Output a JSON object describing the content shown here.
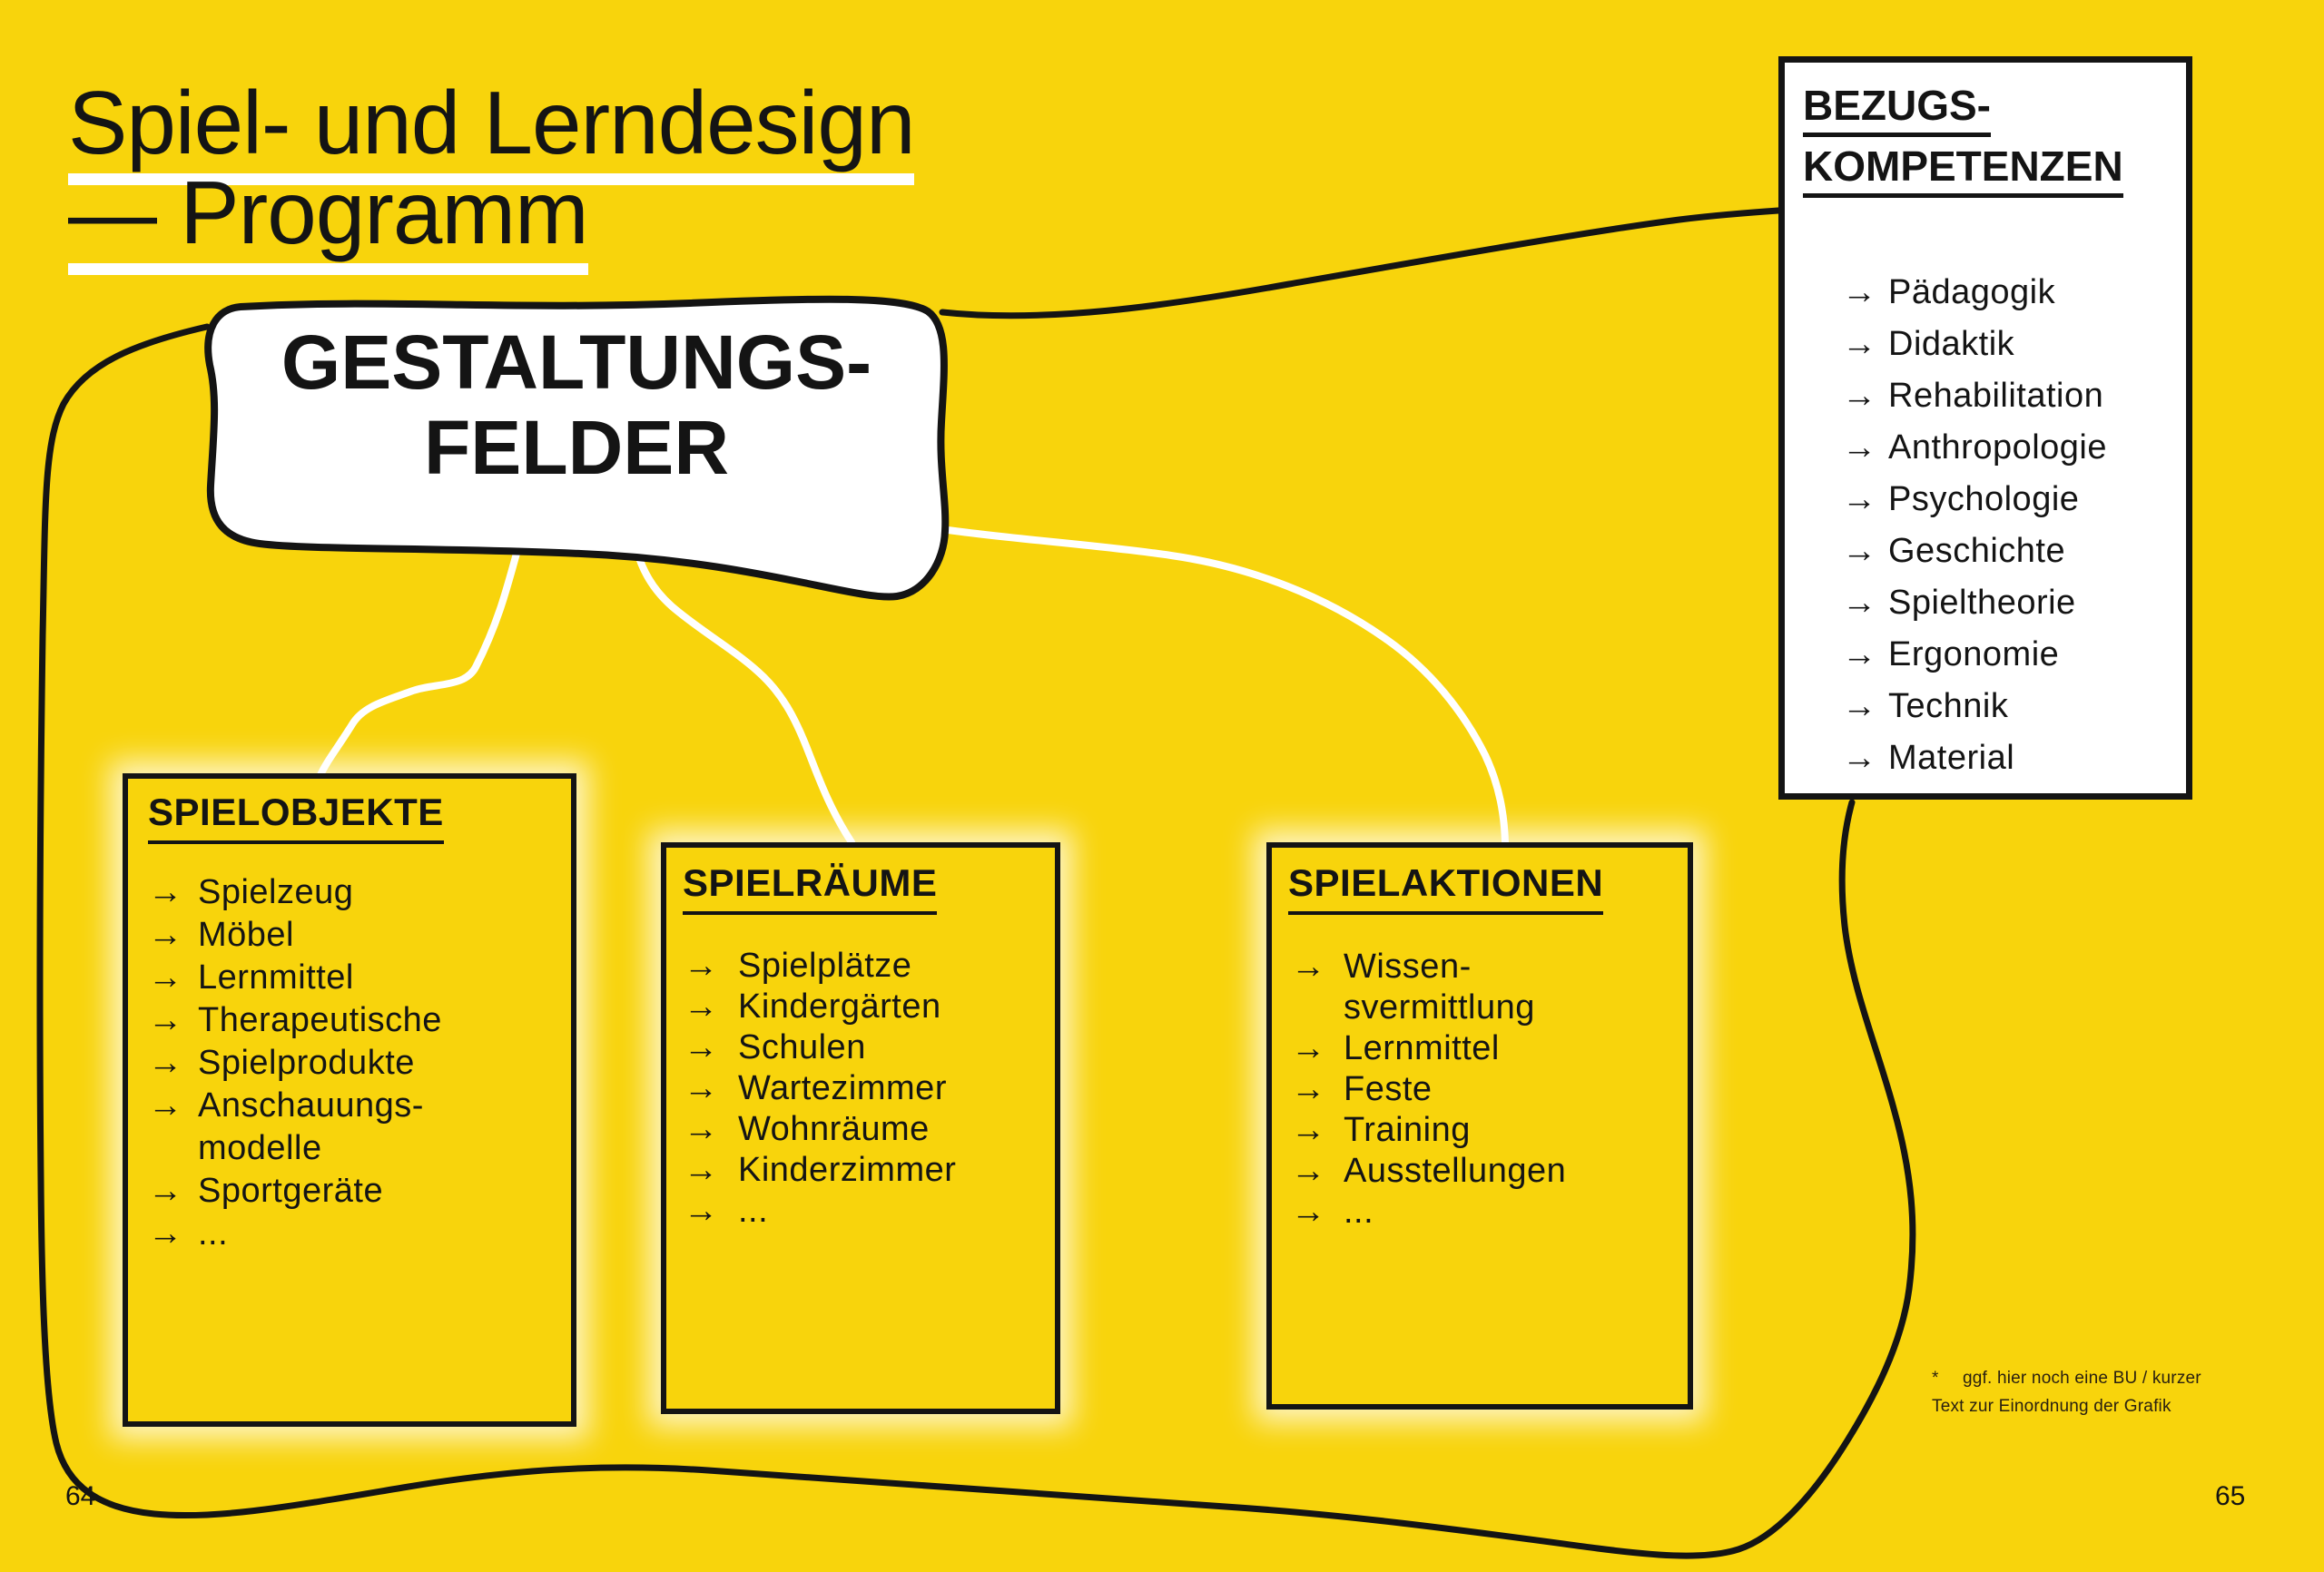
{
  "title": {
    "line1": "Spiel- und Lerndesign",
    "line2": "— Programm"
  },
  "central_node": {
    "line1": "GESTALTUNGS-",
    "line2": "FELDER"
  },
  "boxes": {
    "spielobjekte": {
      "title": "SPIELOBJEKTE",
      "items": [
        [
          "Spielzeug"
        ],
        [
          "Möbel"
        ],
        [
          "Lernmittel"
        ],
        [
          "Therapeutische"
        ],
        [
          "Spielprodukte"
        ],
        [
          "Anschauungs-",
          "modelle"
        ],
        [
          "Sportgeräte"
        ],
        [
          "..."
        ]
      ]
    },
    "spielraeume": {
      "title": "SPIELRÄUME",
      "items": [
        [
          "Spielplätze"
        ],
        [
          "Kindergärten"
        ],
        [
          "Schulen"
        ],
        [
          "Wartezimmer"
        ],
        [
          "Wohnräume"
        ],
        [
          "Kinderzimmer"
        ],
        [
          "..."
        ]
      ]
    },
    "spielaktionen": {
      "title": "SPIELAKTIONEN",
      "items": [
        [
          "Wissen-",
          "svermittlung"
        ],
        [
          "Lernmittel"
        ],
        [
          "Feste"
        ],
        [
          "Training"
        ],
        [
          "Ausstellungen"
        ],
        [
          "..."
        ]
      ]
    },
    "bezugskompetenzen": {
      "title_line1": "BEZUGS-",
      "title_line2": "KOMPETENZEN",
      "items": [
        [
          "Pädagogik"
        ],
        [
          "Didaktik"
        ],
        [
          "Rehabilitation"
        ],
        [
          "Anthropologie"
        ],
        [
          "Psychologie"
        ],
        [
          "Geschichte"
        ],
        [
          "Spieltheorie"
        ],
        [
          "Ergonomie"
        ],
        [
          "Technik"
        ],
        [
          "Material"
        ]
      ]
    }
  },
  "footnote": {
    "marker": "*",
    "line1": "ggf. hier noch eine BU / kurzer",
    "line2": "Text zur Einordnung der Grafik"
  },
  "page": {
    "number_left": "64",
    "number_right": "65"
  },
  "icons": {
    "arrow": "→"
  },
  "colors": {
    "yellow": "#F8D40C",
    "ink": "#141414",
    "white": "#ffffff"
  }
}
